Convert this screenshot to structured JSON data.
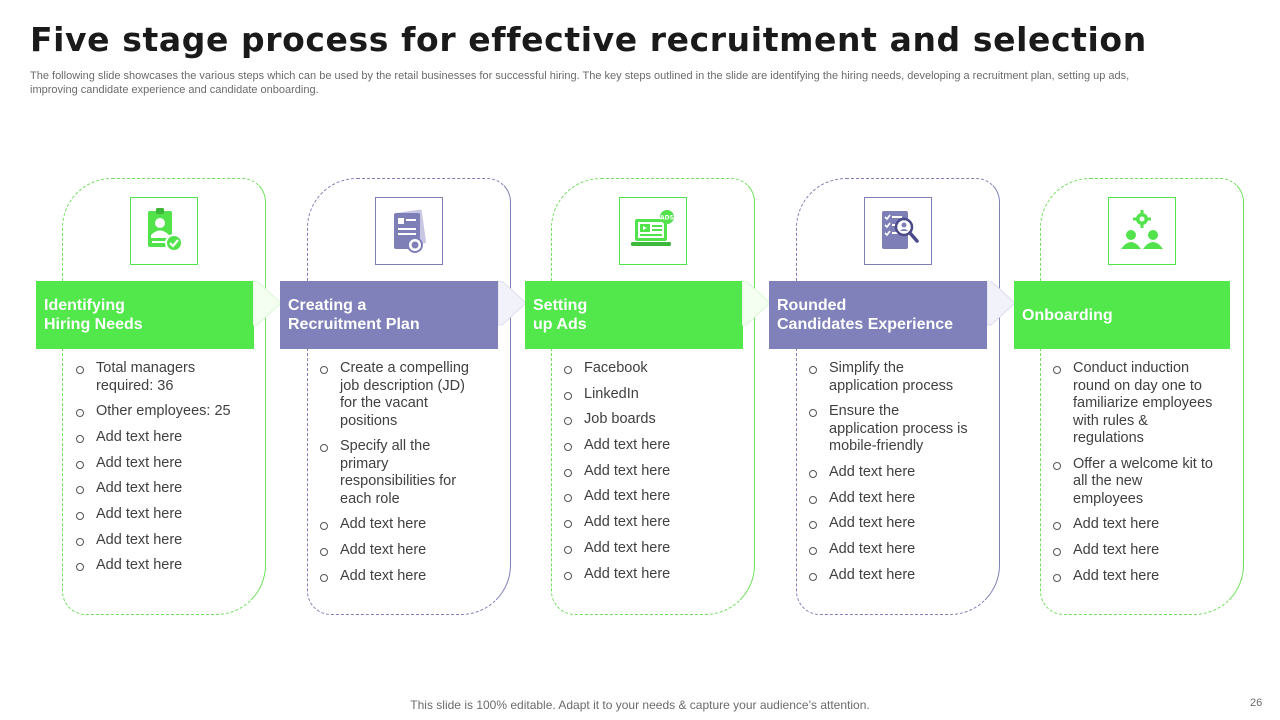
{
  "title": "Five stage process for effective recruitment and selection",
  "subtitle": "The following slide showcases the various steps which can be used by the retail businesses for successful hiring. The key steps outlined in the slide are identifying the hiring needs, developing a recruitment plan, setting up ads, improving candidate experience and candidate onboarding.",
  "colors": {
    "green": "#52e84c",
    "purple": "#8080ba",
    "text": "#404040"
  },
  "stages": [
    {
      "heading": "Identifying\nHiring Needs",
      "icon": "id-badge-icon",
      "items": [
        "Total managers required: 36",
        "Other employees: 25",
        "Add text here",
        "Add text here",
        "Add text here",
        "Add text here",
        "Add text here",
        "Add text here"
      ]
    },
    {
      "heading": "Creating a\nRecruitment Plan",
      "icon": "document-plan-icon",
      "items": [
        "Create a compelling job description (JD) for the vacant positions",
        "Specify all the primary responsibilities for each role",
        "Add text here",
        "Add text here",
        "Add text here"
      ]
    },
    {
      "heading": "Setting\nup Ads",
      "icon": "laptop-ads-icon",
      "items": [
        "Facebook",
        "LinkedIn",
        "Job boards",
        "Add text here",
        "Add text here",
        "Add text here",
        "Add text here",
        "Add text here",
        "Add text here"
      ]
    },
    {
      "heading": "Rounded\nCandidates Experience",
      "icon": "checklist-search-icon",
      "items": [
        "Simplify the application process",
        "Ensure the application process is mobile-friendly",
        "Add text here",
        "Add text here",
        "Add text here",
        "Add text here",
        "Add text here"
      ]
    },
    {
      "heading": "Onboarding",
      "icon": "team-gear-icon",
      "items": [
        "Conduct induction round on day one to familiarize employees with rules & regulations",
        "Offer a welcome kit to all the new employees",
        "Add text here",
        "Add text here",
        "Add text here"
      ]
    }
  ],
  "footer": "This slide is 100% editable. Adapt it to your needs & capture your audience’s attention.",
  "page_number": "26"
}
